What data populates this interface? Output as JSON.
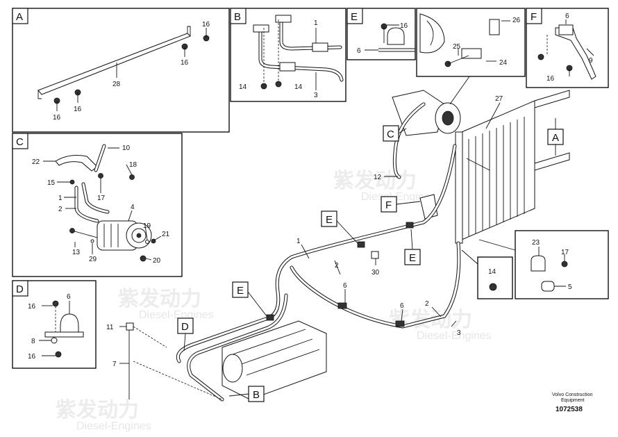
{
  "watermark": {
    "brand": "紫发动力",
    "subtitle": "Diesel-Engines"
  },
  "panel_titles": {
    "A": "A",
    "B": "B",
    "C": "C",
    "D": "D",
    "E": "E",
    "F": "F"
  },
  "callouts": {
    "A": "A",
    "B": "B",
    "C": "C",
    "D": "D",
    "E1": "E",
    "E2": "E",
    "E3": "E",
    "F": "F"
  },
  "parts": {
    "p1": "1",
    "p2": "2",
    "p3": "3",
    "p4": "4",
    "p5": "5",
    "p6": "6",
    "p7": "7",
    "p8": "8",
    "p9": "9",
    "p10": "10",
    "p11": "11",
    "p12": "12",
    "p13": "13",
    "p14": "14",
    "p15": "15",
    "p16": "16",
    "p17": "17",
    "p18": "18",
    "p19": "19",
    "p20": "20",
    "p21": "21",
    "p22": "22",
    "p23": "23",
    "p24": "24",
    "p25": "25",
    "p26": "26",
    "p27": "27",
    "p28": "28",
    "p29": "29",
    "p30": "30"
  },
  "footer": {
    "brand_line1": "Volvo Construction",
    "brand_line2": "Equipment",
    "drawing_number": "1072538"
  }
}
